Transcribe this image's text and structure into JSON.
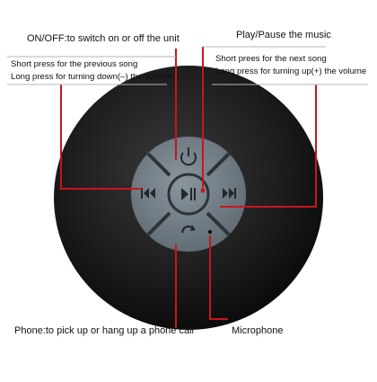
{
  "annotations": {
    "power": "ON/OFF:to switch on or off the unit",
    "play": "Play/Pause the music",
    "prev_line1": "Short press for the previous song",
    "prev_line2": "Long press for turning down(–) the volume",
    "next_line1": "Short prees for the next song",
    "next_line2": "Long press for turning up(+) the volume",
    "phone": "Phone:to pick up or hang up a  phone call",
    "mic": "Microphone"
  },
  "colors": {
    "leader_line": "#c8161d",
    "speaker_body": "#1b1b1b",
    "button_face": "#6e7a84",
    "button_divider": "#2e3338",
    "icon": "#22272b"
  },
  "icons": [
    "power-icon",
    "previous-icon",
    "play-pause-icon",
    "next-icon",
    "phone-icon"
  ]
}
